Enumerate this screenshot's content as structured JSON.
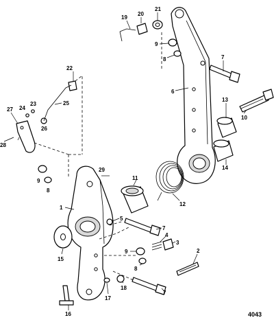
{
  "diagram": {
    "code": "4043",
    "callouts": [
      {
        "id": "c19",
        "label": "19"
      },
      {
        "id": "c20",
        "label": "20"
      },
      {
        "id": "c21",
        "label": "21"
      },
      {
        "id": "c9a",
        "label": "9"
      },
      {
        "id": "c8a",
        "label": "8"
      },
      {
        "id": "c7a",
        "label": "7"
      },
      {
        "id": "c6",
        "label": "6"
      },
      {
        "id": "c13",
        "label": "13"
      },
      {
        "id": "c10",
        "label": "10"
      },
      {
        "id": "c14",
        "label": "14"
      },
      {
        "id": "c22",
        "label": "22"
      },
      {
        "id": "c25",
        "label": "25"
      },
      {
        "id": "c27",
        "label": "27"
      },
      {
        "id": "c24",
        "label": "24"
      },
      {
        "id": "c23",
        "label": "23"
      },
      {
        "id": "c26",
        "label": "26"
      },
      {
        "id": "c28",
        "label": "28"
      },
      {
        "id": "c29",
        "label": "29"
      },
      {
        "id": "c9b",
        "label": "9"
      },
      {
        "id": "c8b",
        "label": "8"
      },
      {
        "id": "c11",
        "label": "11"
      },
      {
        "id": "c12",
        "label": "12"
      },
      {
        "id": "c1",
        "label": "1"
      },
      {
        "id": "c5",
        "label": "5"
      },
      {
        "id": "c7b",
        "label": "7"
      },
      {
        "id": "c4",
        "label": "4"
      },
      {
        "id": "c3",
        "label": "3"
      },
      {
        "id": "c15",
        "label": "15"
      },
      {
        "id": "c9c",
        "label": "9"
      },
      {
        "id": "c8c",
        "label": "8"
      },
      {
        "id": "c2",
        "label": "2"
      },
      {
        "id": "c17",
        "label": "17"
      },
      {
        "id": "c18",
        "label": "18"
      },
      {
        "id": "c7c",
        "label": "7"
      },
      {
        "id": "c16",
        "label": "16"
      }
    ]
  }
}
